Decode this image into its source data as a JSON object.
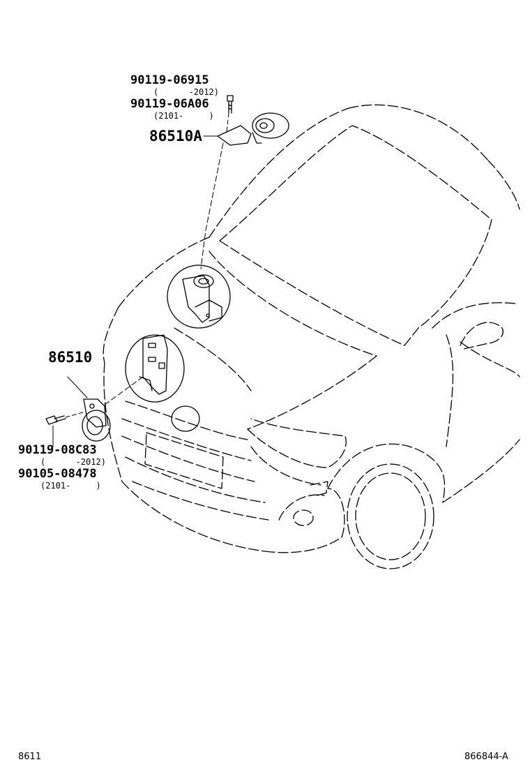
{
  "diagram": {
    "callouts": {
      "upper_part_1": "90119-06915",
      "upper_part_1_range": "(      -2012)",
      "upper_part_2": "90119-06A06",
      "upper_part_2_range": "(2101-     )",
      "upper_horn": "86510A",
      "lower_horn": "86510",
      "lower_part_1": "90119-08C83",
      "lower_part_1_range": "(      -2012)",
      "lower_part_2": "90105-08478",
      "lower_part_2_range": "(2101-     )"
    },
    "footer": {
      "left_code": "8611",
      "right_code": "866844-A"
    }
  }
}
